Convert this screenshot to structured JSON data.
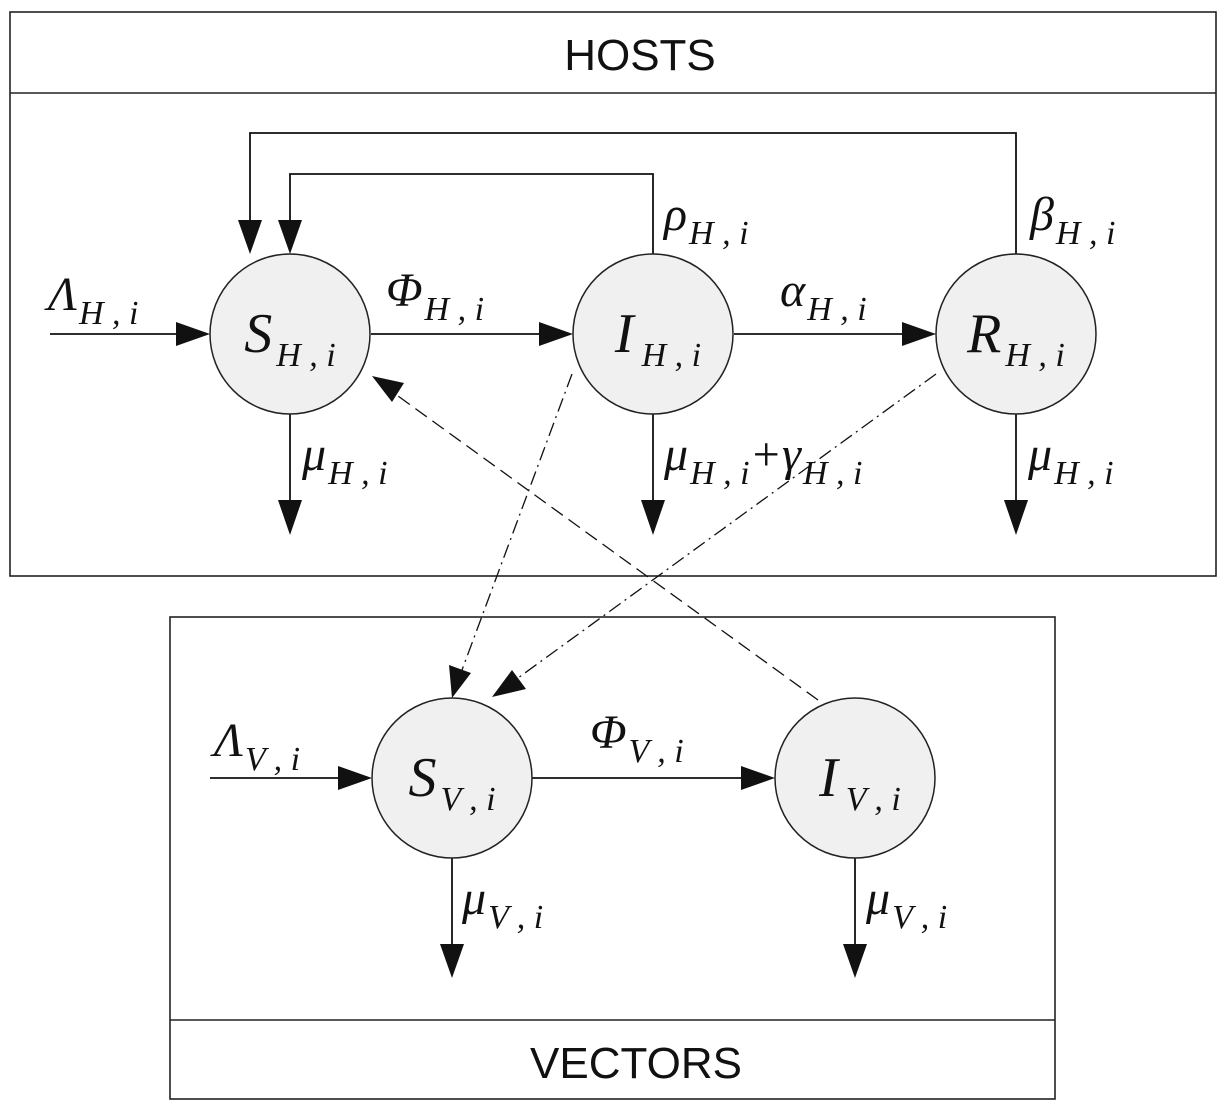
{
  "panels": {
    "hosts_title": "HOSTS",
    "vectors_title": "VECTORS"
  },
  "nodes": {
    "s_h": {
      "main": "S",
      "sub": "H , i"
    },
    "i_h": {
      "main": "I",
      "sub": "H , i"
    },
    "r_h": {
      "main": "R",
      "sub": "H , i"
    },
    "s_v": {
      "main": "S",
      "sub": "V , i"
    },
    "i_v": {
      "main": "I",
      "sub": "V , i"
    }
  },
  "rates": {
    "lambda_h": {
      "main": "Λ",
      "sub": "H , i"
    },
    "phi_h": {
      "main": "Φ",
      "sub": "H , i"
    },
    "alpha_h": {
      "main": "α",
      "sub": "H , i"
    },
    "rho_h": {
      "main": "ρ",
      "sub": "H , i"
    },
    "beta_h": {
      "main": "β",
      "sub": "H , i"
    },
    "mu_s_h": {
      "main": "μ",
      "sub": "H , i"
    },
    "mu_i_h": {
      "main": "μ",
      "sub": "H , i",
      "plus": "+",
      "gamma": "γ",
      "gamma_sub": "H , i"
    },
    "mu_r_h": {
      "main": "μ",
      "sub": "H , i"
    },
    "lambda_v": {
      "main": "Λ",
      "sub": "V , i"
    },
    "phi_v": {
      "main": "Φ",
      "sub": "V , i"
    },
    "mu_s_v": {
      "main": "μ",
      "sub": "V , i"
    },
    "mu_i_v": {
      "main": "μ",
      "sub": "V , i"
    }
  }
}
